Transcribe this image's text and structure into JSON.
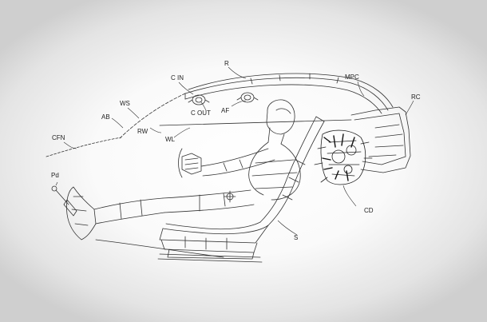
{
  "figure": {
    "labels": {
      "r": "R",
      "c_in": "C IN",
      "mpc": "MPC",
      "rc": "RC",
      "ws": "WS",
      "ab": "AB",
      "c_out": "C OUT",
      "af": "AF",
      "rw": "RW",
      "wl": "WL",
      "cfn": "CFN",
      "pd": "Pd",
      "cd": "CD",
      "s": "S"
    }
  }
}
